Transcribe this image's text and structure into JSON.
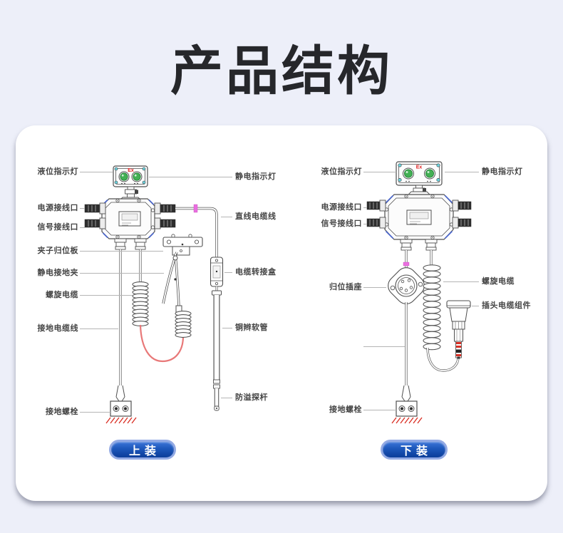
{
  "title": "产品结构",
  "panels": [
    {
      "name": "top-mounted",
      "button": "上装",
      "left_labels": [
        "液位指示灯",
        "电源接线口",
        "信号接线口",
        "夹子归位板",
        "静电接地夹",
        "螺旋电缆",
        "接地电缆线",
        "接地螺栓"
      ],
      "right_labels": [
        "静电指示灯",
        "直线电缆线",
        "电缆转接盒",
        "铜辫软管",
        "防溢探杆"
      ]
    },
    {
      "name": "bottom-mounted",
      "button": "下装",
      "left_labels": [
        "液位指示灯",
        "电源接线口",
        "信号接线口",
        "归位插座",
        "接地螺栓"
      ],
      "right_labels": [
        "静电指示灯",
        "螺旋电缆",
        "插头电缆组件"
      ]
    }
  ],
  "device": {
    "ex_marking": "Ex"
  },
  "colors": {
    "background": "#edeff9",
    "card": "#ffffff",
    "title_text": "#26272b",
    "label_text": "#444444",
    "leader_line": "#b5b5b5",
    "button_border": "#93aae4",
    "button_fill_top": "#3b74d8",
    "button_fill_bottom": "#0a3c99",
    "indicator_green": "#43b054",
    "ex_red": "#e02020",
    "bolt_cyan": "#6fd8e4",
    "corner_blue": "#4a66cc",
    "cable_red": "#e87878",
    "band_magenta": "#ea6ee0",
    "ground_hatch_red": "#d93025"
  }
}
